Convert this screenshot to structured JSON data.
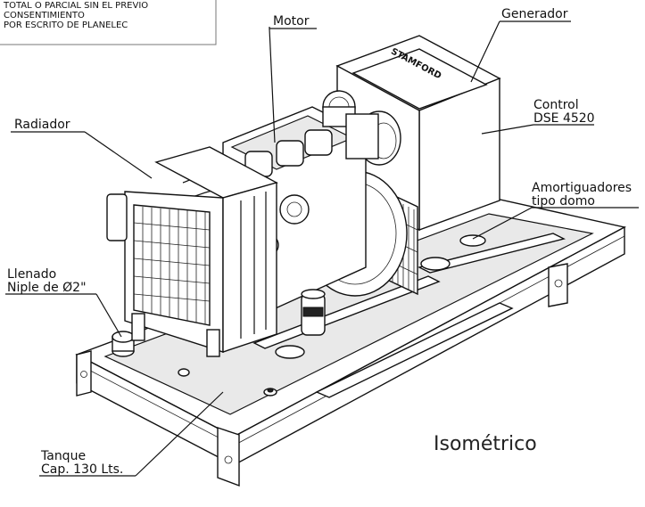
{
  "notice": {
    "lines": [
      "TOTAL O PARCIAL SIN EL PREVIO",
      "CONSENTIMIENTO",
      "POR ESCRITO DE PLANELEC"
    ]
  },
  "labels": {
    "motor": "Motor",
    "generador": "Generador",
    "radiador": "Radiador",
    "control_line1": "Control",
    "control_line2": "DSE 4520",
    "amortiguadores_line1": "Amortiguadores",
    "amortiguadores_line2": "tipo domo",
    "llenado_line1": "Llenado",
    "llenado_line2": "Niple de Ø2\"",
    "tanque_line1": "Tanque",
    "tanque_line2": "Cap. 130  Lts.",
    "view": "Isométrico"
  },
  "brand_mark": "STAMFORD"
}
